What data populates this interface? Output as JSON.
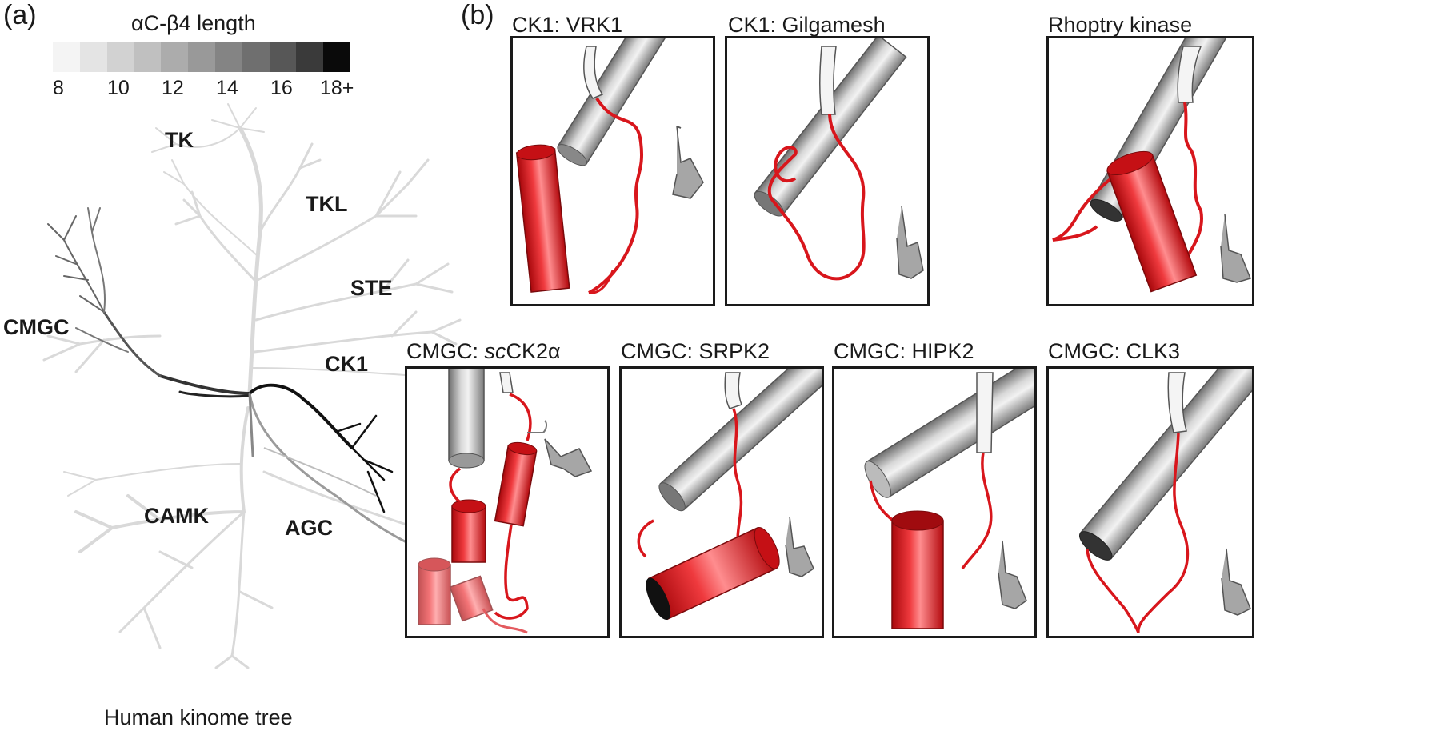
{
  "panel_a": {
    "letter": "(a)",
    "colorbar": {
      "title": "αC-β4 length",
      "ticks": [
        "8",
        "10",
        "12",
        "14",
        "16",
        "18+"
      ],
      "swatch_colors": [
        "#f4f4f4",
        "#e4e4e4",
        "#d2d2d2",
        "#c0c0c0",
        "#acacac",
        "#999999",
        "#848484",
        "#6f6f6f",
        "#575757",
        "#3a3a3a",
        "#0a0a0a"
      ]
    },
    "families": {
      "tk": "TK",
      "tkl": "TKL",
      "ste": "STE",
      "cmgc": "CMGC",
      "ck1": "CK1",
      "camk": "CAMK",
      "agc": "AGC"
    },
    "caption": "Human kinome tree"
  },
  "panel_b": {
    "letter": "(b)",
    "structures": [
      {
        "title": "CK1: VRK1"
      },
      {
        "title": "CK1: Gilgamesh"
      },
      {
        "title": "Rhoptry kinase"
      },
      {
        "title_prefix": "CMGC: ",
        "title_italic": "sc",
        "title_suffix": "CK2α"
      },
      {
        "title": "CMGC: SRPK2"
      },
      {
        "title": "CMGC: HIPK2"
      },
      {
        "title": "CMGC: CLK3"
      }
    ]
  },
  "colors": {
    "helix_red": "#e0262b",
    "helix_grey": "#a8a8a8",
    "loop_red": "#d8161c",
    "strand_grey": "#9a9a9a",
    "tree_light": "#d8d8d8"
  }
}
